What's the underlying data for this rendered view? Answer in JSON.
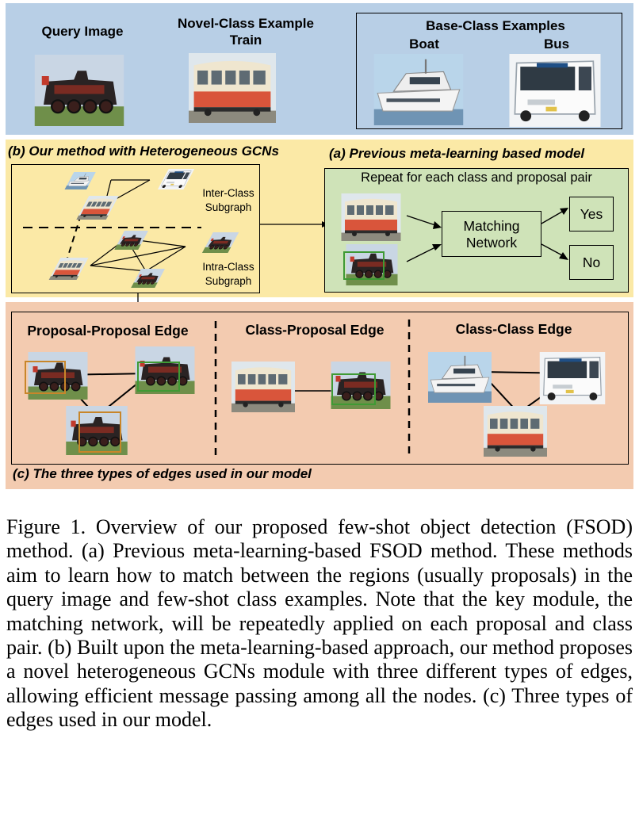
{
  "figure": {
    "top": {
      "query_label": "Query Image",
      "novel_label_line1": "Novel-Class Example",
      "novel_label_line2": "Train",
      "base_title": "Base-Class Examples",
      "boat_label": "Boat",
      "bus_label": "Bus"
    },
    "panel_b": {
      "title": "(b) Our method with Heterogeneous GCNs",
      "inter_line1": "Inter-Class",
      "inter_line2": "Subgraph",
      "intra_line1": "Intra-Class",
      "intra_line2": "Subgraph"
    },
    "panel_a": {
      "title": "(a) Previous meta-learning based model",
      "repeat": "Repeat for each class and proposal pair",
      "matching_line1": "Matching",
      "matching_line2": "Network",
      "yes": "Yes",
      "no": "No"
    },
    "panel_c": {
      "pp_label": "Proposal-Proposal Edge",
      "cp_label": "Class-Proposal Edge",
      "cc_label": "Class-Class Edge",
      "caption": "(c) The three types of edges used in our model"
    }
  },
  "caption": "Figure 1. Overview of our proposed few-shot object detection (FSOD) method. (a) Previous meta-learning-based FSOD method. These methods aim to learn how to match between the regions (usually proposals) in the query image and few-shot class examples. Note that the key module, the matching network, will be repeatedly applied on each proposal and class pair. (b) Built upon the meta-learning-based approach, our method proposes a novel heterogeneous GCNs module with three different types of edges, allowing efficient message passing among all the nodes. (c) Three types of edges used in our model."
}
